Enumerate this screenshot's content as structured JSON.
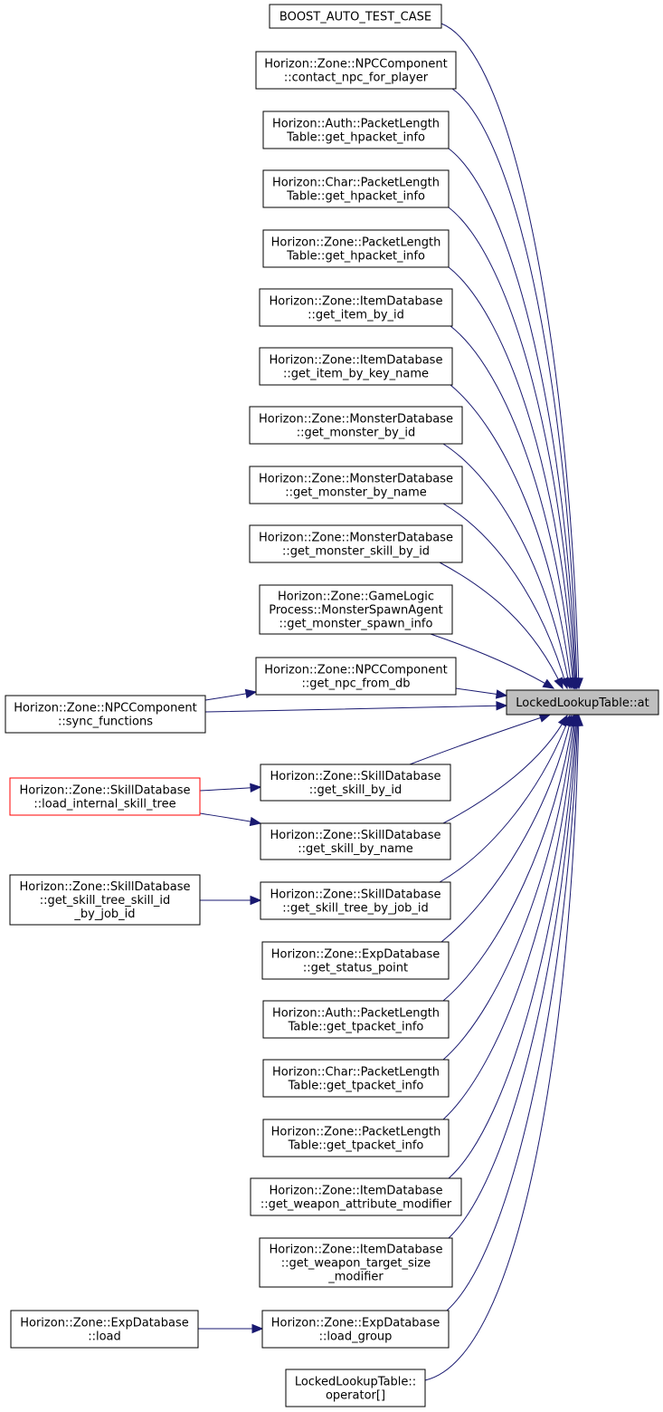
{
  "diagram": {
    "focus": {
      "id": "at",
      "lines": [
        "LockedLookupTable::at"
      ]
    },
    "callers": [
      {
        "id": "n_boost",
        "lines": [
          "BOOST_AUTO_TEST_CASE"
        ]
      },
      {
        "id": "n_contact",
        "lines": [
          "Horizon::Zone::NPCComponent",
          "::contact_npc_for_player"
        ]
      },
      {
        "id": "n_auth_hpacket",
        "lines": [
          "Horizon::Auth::PacketLength",
          "Table::get_hpacket_info"
        ]
      },
      {
        "id": "n_char_hpacket",
        "lines": [
          "Horizon::Char::PacketLength",
          "Table::get_hpacket_info"
        ]
      },
      {
        "id": "n_zone_hpacket",
        "lines": [
          "Horizon::Zone::PacketLength",
          "Table::get_hpacket_info"
        ]
      },
      {
        "id": "n_item_by_id",
        "lines": [
          "Horizon::Zone::ItemDatabase",
          "::get_item_by_id"
        ]
      },
      {
        "id": "n_item_by_key",
        "lines": [
          "Horizon::Zone::ItemDatabase",
          "::get_item_by_key_name"
        ]
      },
      {
        "id": "n_mon_by_id",
        "lines": [
          "Horizon::Zone::MonsterDatabase",
          "::get_monster_by_id"
        ]
      },
      {
        "id": "n_mon_by_name",
        "lines": [
          "Horizon::Zone::MonsterDatabase",
          "::get_monster_by_name"
        ]
      },
      {
        "id": "n_mon_skill",
        "lines": [
          "Horizon::Zone::MonsterDatabase",
          "::get_monster_skill_by_id"
        ]
      },
      {
        "id": "n_spawn",
        "lines": [
          "Horizon::Zone::GameLogic",
          "Process::MonsterSpawnAgent",
          "::get_monster_spawn_info"
        ]
      },
      {
        "id": "n_npc_db",
        "lines": [
          "Horizon::Zone::NPCComponent",
          "::get_npc_from_db"
        ]
      },
      {
        "id": "n_sync",
        "lines": [
          "Horizon::Zone::NPCComponent",
          "::sync_functions"
        ]
      },
      {
        "id": "n_skill_by_id",
        "lines": [
          "Horizon::Zone::SkillDatabase",
          "::get_skill_by_id"
        ]
      },
      {
        "id": "n_load_tree",
        "lines": [
          "Horizon::Zone::SkillDatabase",
          "::load_internal_skill_tree"
        ],
        "highlight": true
      },
      {
        "id": "n_skill_by_name",
        "lines": [
          "Horizon::Zone::SkillDatabase",
          "::get_skill_by_name"
        ]
      },
      {
        "id": "n_tree_skill_id",
        "lines": [
          "Horizon::Zone::SkillDatabase",
          "::get_skill_tree_skill_id",
          "_by_job_id"
        ]
      },
      {
        "id": "n_tree_by_job",
        "lines": [
          "Horizon::Zone::SkillDatabase",
          "::get_skill_tree_by_job_id"
        ]
      },
      {
        "id": "n_status_point",
        "lines": [
          "Horizon::Zone::ExpDatabase",
          "::get_status_point"
        ]
      },
      {
        "id": "n_auth_tpacket",
        "lines": [
          "Horizon::Auth::PacketLength",
          "Table::get_tpacket_info"
        ]
      },
      {
        "id": "n_char_tpacket",
        "lines": [
          "Horizon::Char::PacketLength",
          "Table::get_tpacket_info"
        ]
      },
      {
        "id": "n_zone_tpacket",
        "lines": [
          "Horizon::Zone::PacketLength",
          "Table::get_tpacket_info"
        ]
      },
      {
        "id": "n_weapon_attr",
        "lines": [
          "Horizon::Zone::ItemDatabase",
          "::get_weapon_attribute_modifier"
        ]
      },
      {
        "id": "n_weapon_size",
        "lines": [
          "Horizon::Zone::ItemDatabase",
          "::get_weapon_target_size",
          "_modifier"
        ]
      },
      {
        "id": "n_exp_load",
        "lines": [
          "Horizon::Zone::ExpDatabase",
          "::load"
        ]
      },
      {
        "id": "n_load_group",
        "lines": [
          "Horizon::Zone::ExpDatabase",
          "::load_group"
        ]
      },
      {
        "id": "n_operator",
        "lines": [
          "LockedLookupTable::",
          "operator[]"
        ]
      }
    ],
    "edges": [
      [
        "n_boost",
        "at"
      ],
      [
        "n_contact",
        "at"
      ],
      [
        "n_auth_hpacket",
        "at"
      ],
      [
        "n_char_hpacket",
        "at"
      ],
      [
        "n_zone_hpacket",
        "at"
      ],
      [
        "n_item_by_id",
        "at"
      ],
      [
        "n_item_by_key",
        "at"
      ],
      [
        "n_mon_by_id",
        "at"
      ],
      [
        "n_mon_by_name",
        "at"
      ],
      [
        "n_mon_skill",
        "at"
      ],
      [
        "n_spawn",
        "at"
      ],
      [
        "n_npc_db",
        "at"
      ],
      [
        "n_sync",
        "n_npc_db"
      ],
      [
        "n_sync",
        "at"
      ],
      [
        "n_skill_by_id",
        "at"
      ],
      [
        "n_load_tree",
        "n_skill_by_id"
      ],
      [
        "n_load_tree",
        "n_skill_by_name"
      ],
      [
        "n_skill_by_name",
        "at"
      ],
      [
        "n_tree_skill_id",
        "n_tree_by_job"
      ],
      [
        "n_tree_by_job",
        "at"
      ],
      [
        "n_status_point",
        "at"
      ],
      [
        "n_auth_tpacket",
        "at"
      ],
      [
        "n_char_tpacket",
        "at"
      ],
      [
        "n_zone_tpacket",
        "at"
      ],
      [
        "n_weapon_attr",
        "at"
      ],
      [
        "n_weapon_size",
        "at"
      ],
      [
        "n_exp_load",
        "n_load_group"
      ],
      [
        "n_load_group",
        "at"
      ],
      [
        "n_operator",
        "at"
      ]
    ]
  }
}
